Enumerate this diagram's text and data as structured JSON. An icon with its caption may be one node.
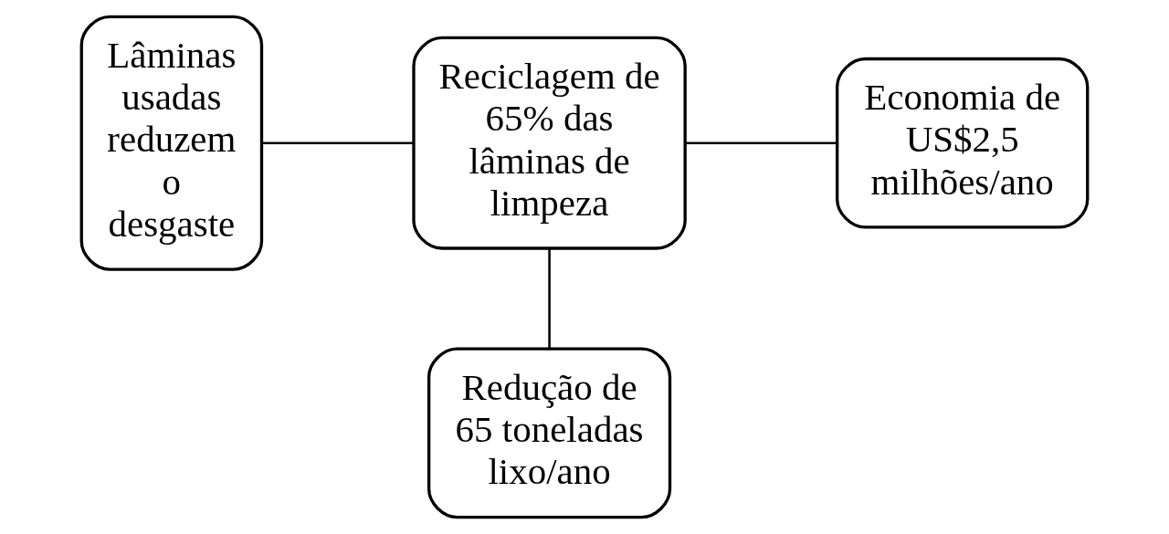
{
  "diagram": {
    "nodes": [
      {
        "text": [
          "Redução de 65 toneladas lixo/ano"
        ]
      },
      {
        "text": [
          "Lâminas usadas reduzem o desgaste"
        ]
      },
      {
        "text": [
          "Reciclagem de 65% das lâminas de limpeza"
        ]
      },
      {
        "text": [
          "Economia de US$2,5 milhões/ano"
        ]
      }
    ],
    "edges": [
      {
        "from": 2,
        "to": 0,
        "arrow": "none"
      },
      {
        "from": 1,
        "to": 2,
        "arrow": "none"
      },
      {
        "from": 2,
        "to": 3,
        "arrow": "none"
      }
    ]
  }
}
